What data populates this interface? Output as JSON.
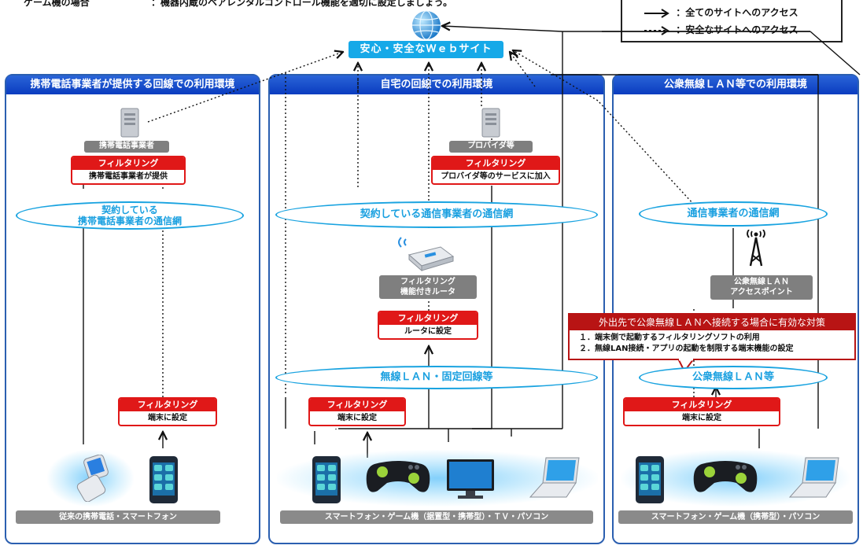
{
  "top_note": {
    "left": "ゲーム機の場合",
    "right": "：機器内蔵のペアレンタルコントロール機能を適切に設定しましょう。"
  },
  "legend": {
    "solid": "：全てのサイトへのアクセス",
    "dashed": "：安全なサイトへのアクセス",
    "solid_icon": "→",
    "dashed_icon": "-->"
  },
  "website": "安心・安全なＷｅｂサイト",
  "panels": {
    "mobile": {
      "header": "携帯電話事業者が提供する回線での利用環境",
      "server_label": "携帯電話事業者",
      "filter_top": {
        "title": "フィルタリング",
        "body": "携帯電話事業者が提供"
      },
      "network": [
        "契約している",
        "携帯電話事業者の通信網"
      ],
      "filter_device": {
        "title": "フィルタリング",
        "body": "端末に設定"
      },
      "device_label": "従来の携帯電話・スマートフォン"
    },
    "home": {
      "header": "自宅の回線での利用環境",
      "server_label": "プロバイダ等",
      "filter_top": {
        "title": "フィルタリング",
        "body": "プロバイダ等のサービスに加入"
      },
      "network": "契約している通信事業者の通信網",
      "router_label": [
        "フィルタリング",
        "機能付きルータ"
      ],
      "filter_router": {
        "title": "フィルタリング",
        "body": "ルータに設定"
      },
      "wireless": "無線ＬＡＮ・固定回線等",
      "filter_device": {
        "title": "フィルタリング",
        "body": "端末に設定"
      },
      "device_label": "スマートフォン・ゲーム機（据置型・携帯型）・ＴＶ・パソコン"
    },
    "public": {
      "header": "公衆無線ＬＡＮ等での利用環境",
      "network": "通信事業者の通信網",
      "ap_label": [
        "公衆無線ＬＡＮ",
        "アクセスポイント"
      ],
      "callout": {
        "title": "外出先で公衆無線ＬＡＮへ接続する場合に有効な対策",
        "items": [
          "１．端末側で起動するフィルタリングソフトの利用",
          "２．無線LAN接続・アプリの起動を制限する端末機能の設定"
        ]
      },
      "wireless": "公衆無線ＬＡＮ等",
      "filter_device": {
        "title": "フィルタリング",
        "body": "端末に設定"
      },
      "device_label": "スマートフォン・ゲーム機（携帯型）・パソコン"
    }
  },
  "colors": {
    "panel_header": "#0a3cc0",
    "filter_red": "#e01818",
    "network_cyan": "#19a3e0",
    "website_blue": "#16a9e8",
    "callout_red": "#b81414"
  }
}
